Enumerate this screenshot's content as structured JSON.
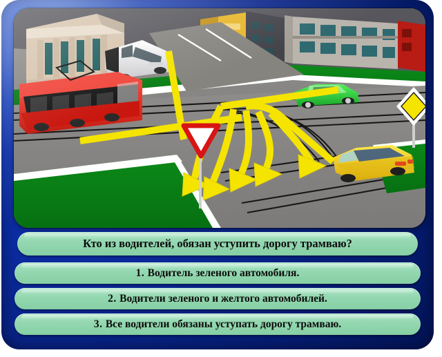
{
  "theme": {
    "panel_blue": "#0c2ea8",
    "panel_blue_dark": "#031459",
    "answer_mint": "#93d7b0",
    "text_black": "#0b0b0b",
    "arrow_yellow": "#f5e400",
    "road_gray": "#8b8b8b",
    "grass_green": "#0a7a14",
    "tram_red": "#e02020",
    "car_green": "#2fd640",
    "car_yellow": "#f2d01a",
    "van_white": "#f2f2f2"
  },
  "question": {
    "text": "Кто из водителей, обязан уступить дорогу трамваю?"
  },
  "answers": [
    {
      "number": "1.",
      "text": "Водитель зеленого автомобиля."
    },
    {
      "number": "2.",
      "text": "Водители зеленого и желтого автомобилей."
    },
    {
      "number": "3.",
      "text": "Все водители обязаны уступать дорогу трамваю."
    }
  ],
  "scene": {
    "description": "Перекресток с трамвайными путями",
    "objects": [
      {
        "name": "tram",
        "label": "Трамвай",
        "color": "#e02020"
      },
      {
        "name": "green-car",
        "label": "Зеленый автомобиль",
        "color": "#2fd640"
      },
      {
        "name": "yellow-car",
        "label": "Желтый автомобиль",
        "color": "#f2d01a"
      },
      {
        "name": "white-van",
        "label": "Белый фургон",
        "color": "#f2f2f2"
      }
    ],
    "signs": [
      {
        "name": "give-way-sign",
        "label": "Уступите дорогу"
      },
      {
        "name": "priority-road-sign",
        "label": "Главная дорога"
      }
    ],
    "buildings": [
      {
        "name": "classical-building",
        "color": "#d8c4ae"
      },
      {
        "name": "yellow-building",
        "color": "#e8b62a"
      },
      {
        "name": "dark-office-building",
        "color": "#4a4a50"
      },
      {
        "name": "gray-office-building",
        "color": "#b9b4ac"
      },
      {
        "name": "red-building",
        "color": "#b81c14"
      }
    ]
  }
}
